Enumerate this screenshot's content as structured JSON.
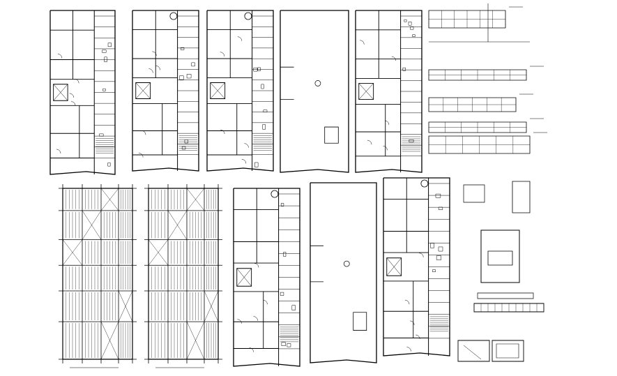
{
  "colors": {
    "background": "#ffffff",
    "ink": "#000000"
  },
  "sheet": {
    "top_row_plans": 5,
    "bottom_row_framing_plans": 2,
    "bottom_row_plans": 3,
    "detail_groups": 2
  }
}
